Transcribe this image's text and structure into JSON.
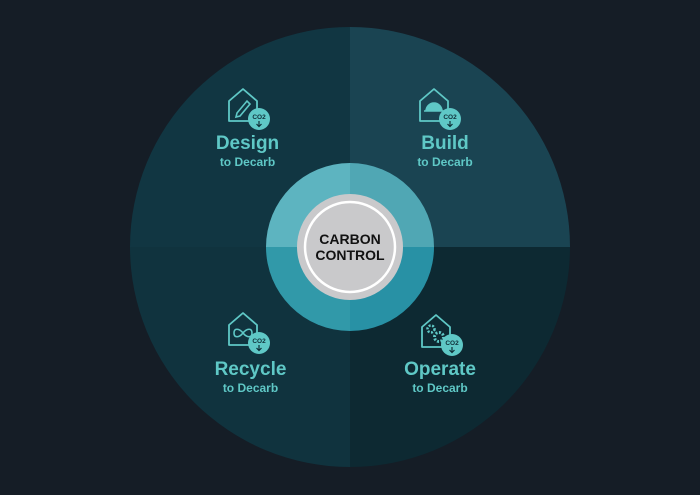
{
  "center": {
    "line1": "CARBON",
    "line2": "CONTROL"
  },
  "quadrants": [
    {
      "title": "Design",
      "subtitle": "to Decarb",
      "icon": "pencil-icon",
      "badge": "CO2"
    },
    {
      "title": "Build",
      "subtitle": "to Decarb",
      "icon": "hard-hat-icon",
      "badge": "CO2"
    },
    {
      "title": "Recycle",
      "subtitle": "to Decarb",
      "icon": "infinity-icon",
      "badge": "CO2"
    },
    {
      "title": "Operate",
      "subtitle": "to Decarb",
      "icon": "gears-icon",
      "badge": "CO2"
    }
  ],
  "colors": {
    "background": "#151d26",
    "accent": "#5fc8c6",
    "center": "#c9c9cb"
  }
}
